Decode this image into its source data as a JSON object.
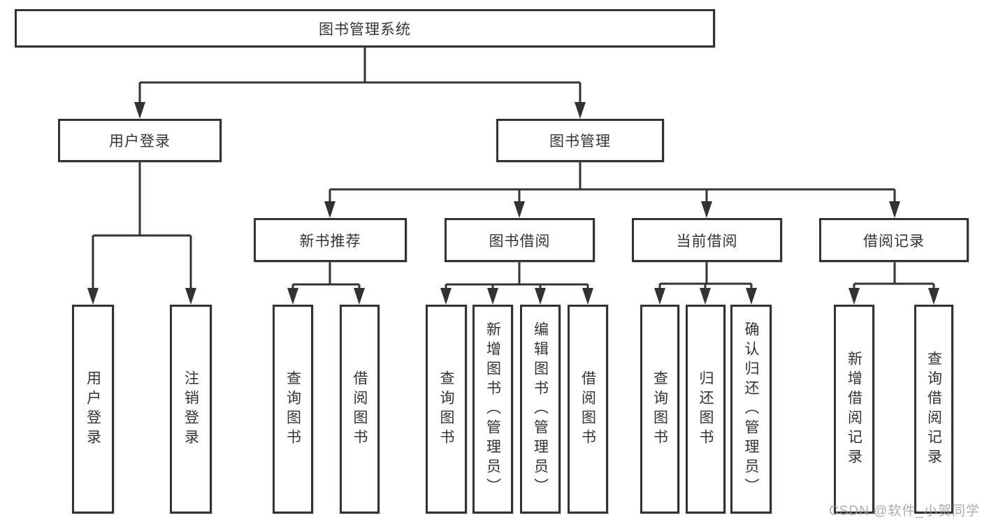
{
  "diagram": {
    "colors": {
      "line": "#333333",
      "box_border": "#333333",
      "box_fill": "#ffffff",
      "text": "#333333",
      "watermark": "#9e9e9e"
    },
    "tree": {
      "root": {
        "label": "图书管理系统",
        "children": [
          {
            "label": "用户登录",
            "children": [
              {
                "label": "用户登录"
              },
              {
                "label": "注销登录"
              }
            ]
          },
          {
            "label": "图书管理",
            "children": [
              {
                "label": "新书推荐",
                "children": [
                  {
                    "label": "查询图书"
                  },
                  {
                    "label": "借阅图书"
                  }
                ]
              },
              {
                "label": "图书借阅",
                "children": [
                  {
                    "label": "查询图书"
                  },
                  {
                    "label": "新增图书（管理员）"
                  },
                  {
                    "label": "编辑图书（管理员）"
                  },
                  {
                    "label": "借阅图书"
                  }
                ]
              },
              {
                "label": "当前借阅",
                "children": [
                  {
                    "label": "查询图书"
                  },
                  {
                    "label": "归还图书"
                  },
                  {
                    "label": "确认归还（管理员）"
                  }
                ]
              },
              {
                "label": "借阅记录",
                "children": [
                  {
                    "label": "新增借阅记录"
                  },
                  {
                    "label": "查询借阅记录"
                  }
                ]
              }
            ]
          }
        ]
      }
    },
    "watermark": "CSDN @软件_小贺同学"
  }
}
